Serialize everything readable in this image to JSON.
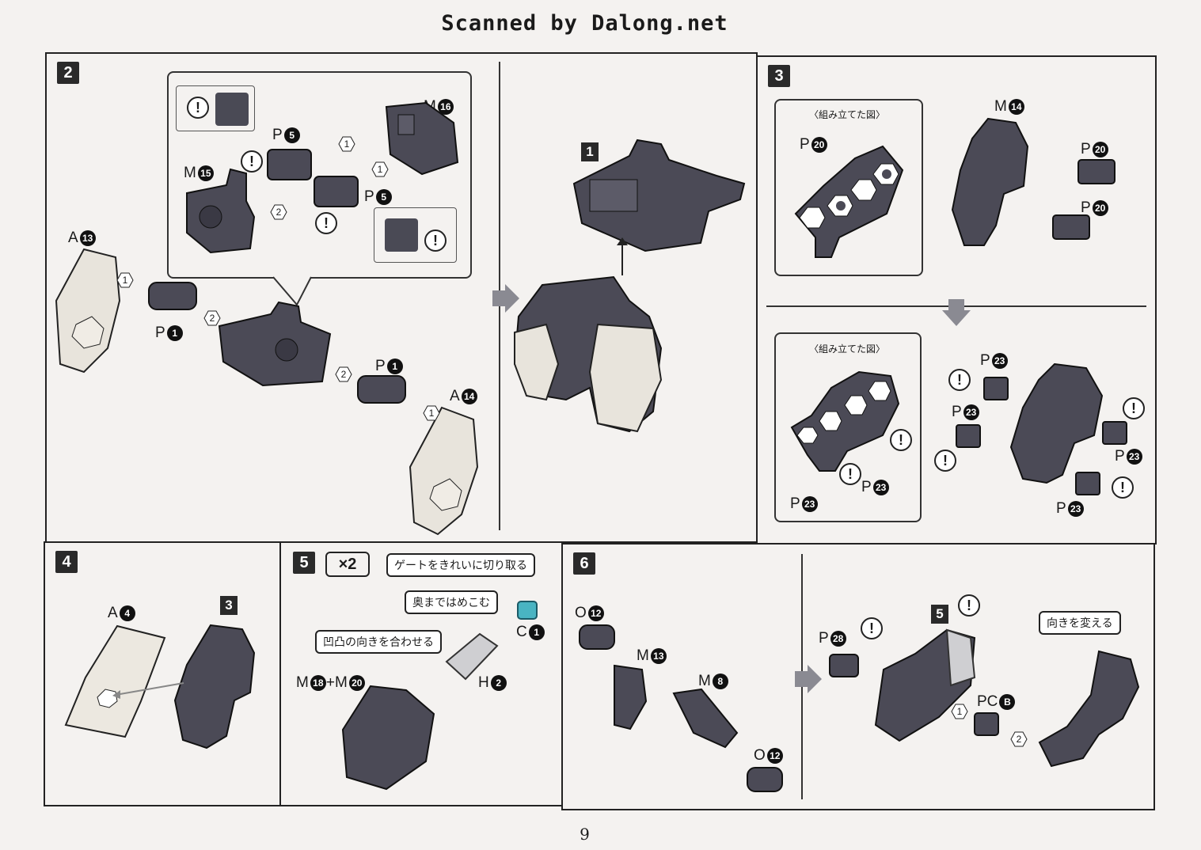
{
  "header": {
    "scan_credit": "Scanned by Dalong.net"
  },
  "page_number": "9",
  "step2": {
    "number": "2",
    "parts": {
      "m16": {
        "letter": "M",
        "num": "16"
      },
      "p5a": {
        "letter": "P",
        "num": "5"
      },
      "m15": {
        "letter": "M",
        "num": "15"
      },
      "p5b": {
        "letter": "P",
        "num": "5"
      },
      "a13": {
        "letter": "A",
        "num": "13"
      },
      "p1a": {
        "letter": "P",
        "num": "1"
      },
      "p1b": {
        "letter": "P",
        "num": "1"
      },
      "a14": {
        "letter": "A",
        "num": "14"
      }
    },
    "seq": [
      "1",
      "1",
      "2",
      "1",
      "2",
      "2",
      "1"
    ],
    "result_step": "1",
    "warn": "!"
  },
  "step3": {
    "number": "3",
    "assembled_caption": "〈組み立てた図〉",
    "top": {
      "p20a": {
        "letter": "P",
        "num": "20"
      },
      "m14": {
        "letter": "M",
        "num": "14"
      },
      "p20b": {
        "letter": "P",
        "num": "20"
      },
      "p20c": {
        "letter": "P",
        "num": "20"
      }
    },
    "bottom": {
      "p23": {
        "letter": "P",
        "num": "23"
      }
    }
  },
  "step4": {
    "number": "4",
    "a4": {
      "letter": "A",
      "num": "4"
    },
    "ref_step": "3"
  },
  "step5": {
    "number": "5",
    "multiplier": "×2",
    "callouts": {
      "gate": "ゲートをきれいに切り取る",
      "push": "奥まではめこむ",
      "align": "凹凸の向きを合わせる"
    },
    "c1": {
      "letter": "C",
      "num": "1"
    },
    "h2": {
      "letter": "H",
      "num": "2"
    },
    "m18": {
      "letter": "M",
      "num": "18"
    },
    "plus": "+",
    "m20": {
      "letter": "M",
      "num": "20"
    }
  },
  "step6": {
    "number": "6",
    "o12a": {
      "letter": "O",
      "num": "12"
    },
    "m13": {
      "letter": "M",
      "num": "13"
    },
    "m8": {
      "letter": "M",
      "num": "8"
    },
    "o12b": {
      "letter": "O",
      "num": "12"
    },
    "p28": {
      "letter": "P",
      "num": "28"
    },
    "ref_step": "5",
    "pcb": {
      "letter": "PC",
      "num": "B"
    },
    "turn_callout": "向きを変える",
    "seq": [
      "1",
      "2"
    ]
  }
}
